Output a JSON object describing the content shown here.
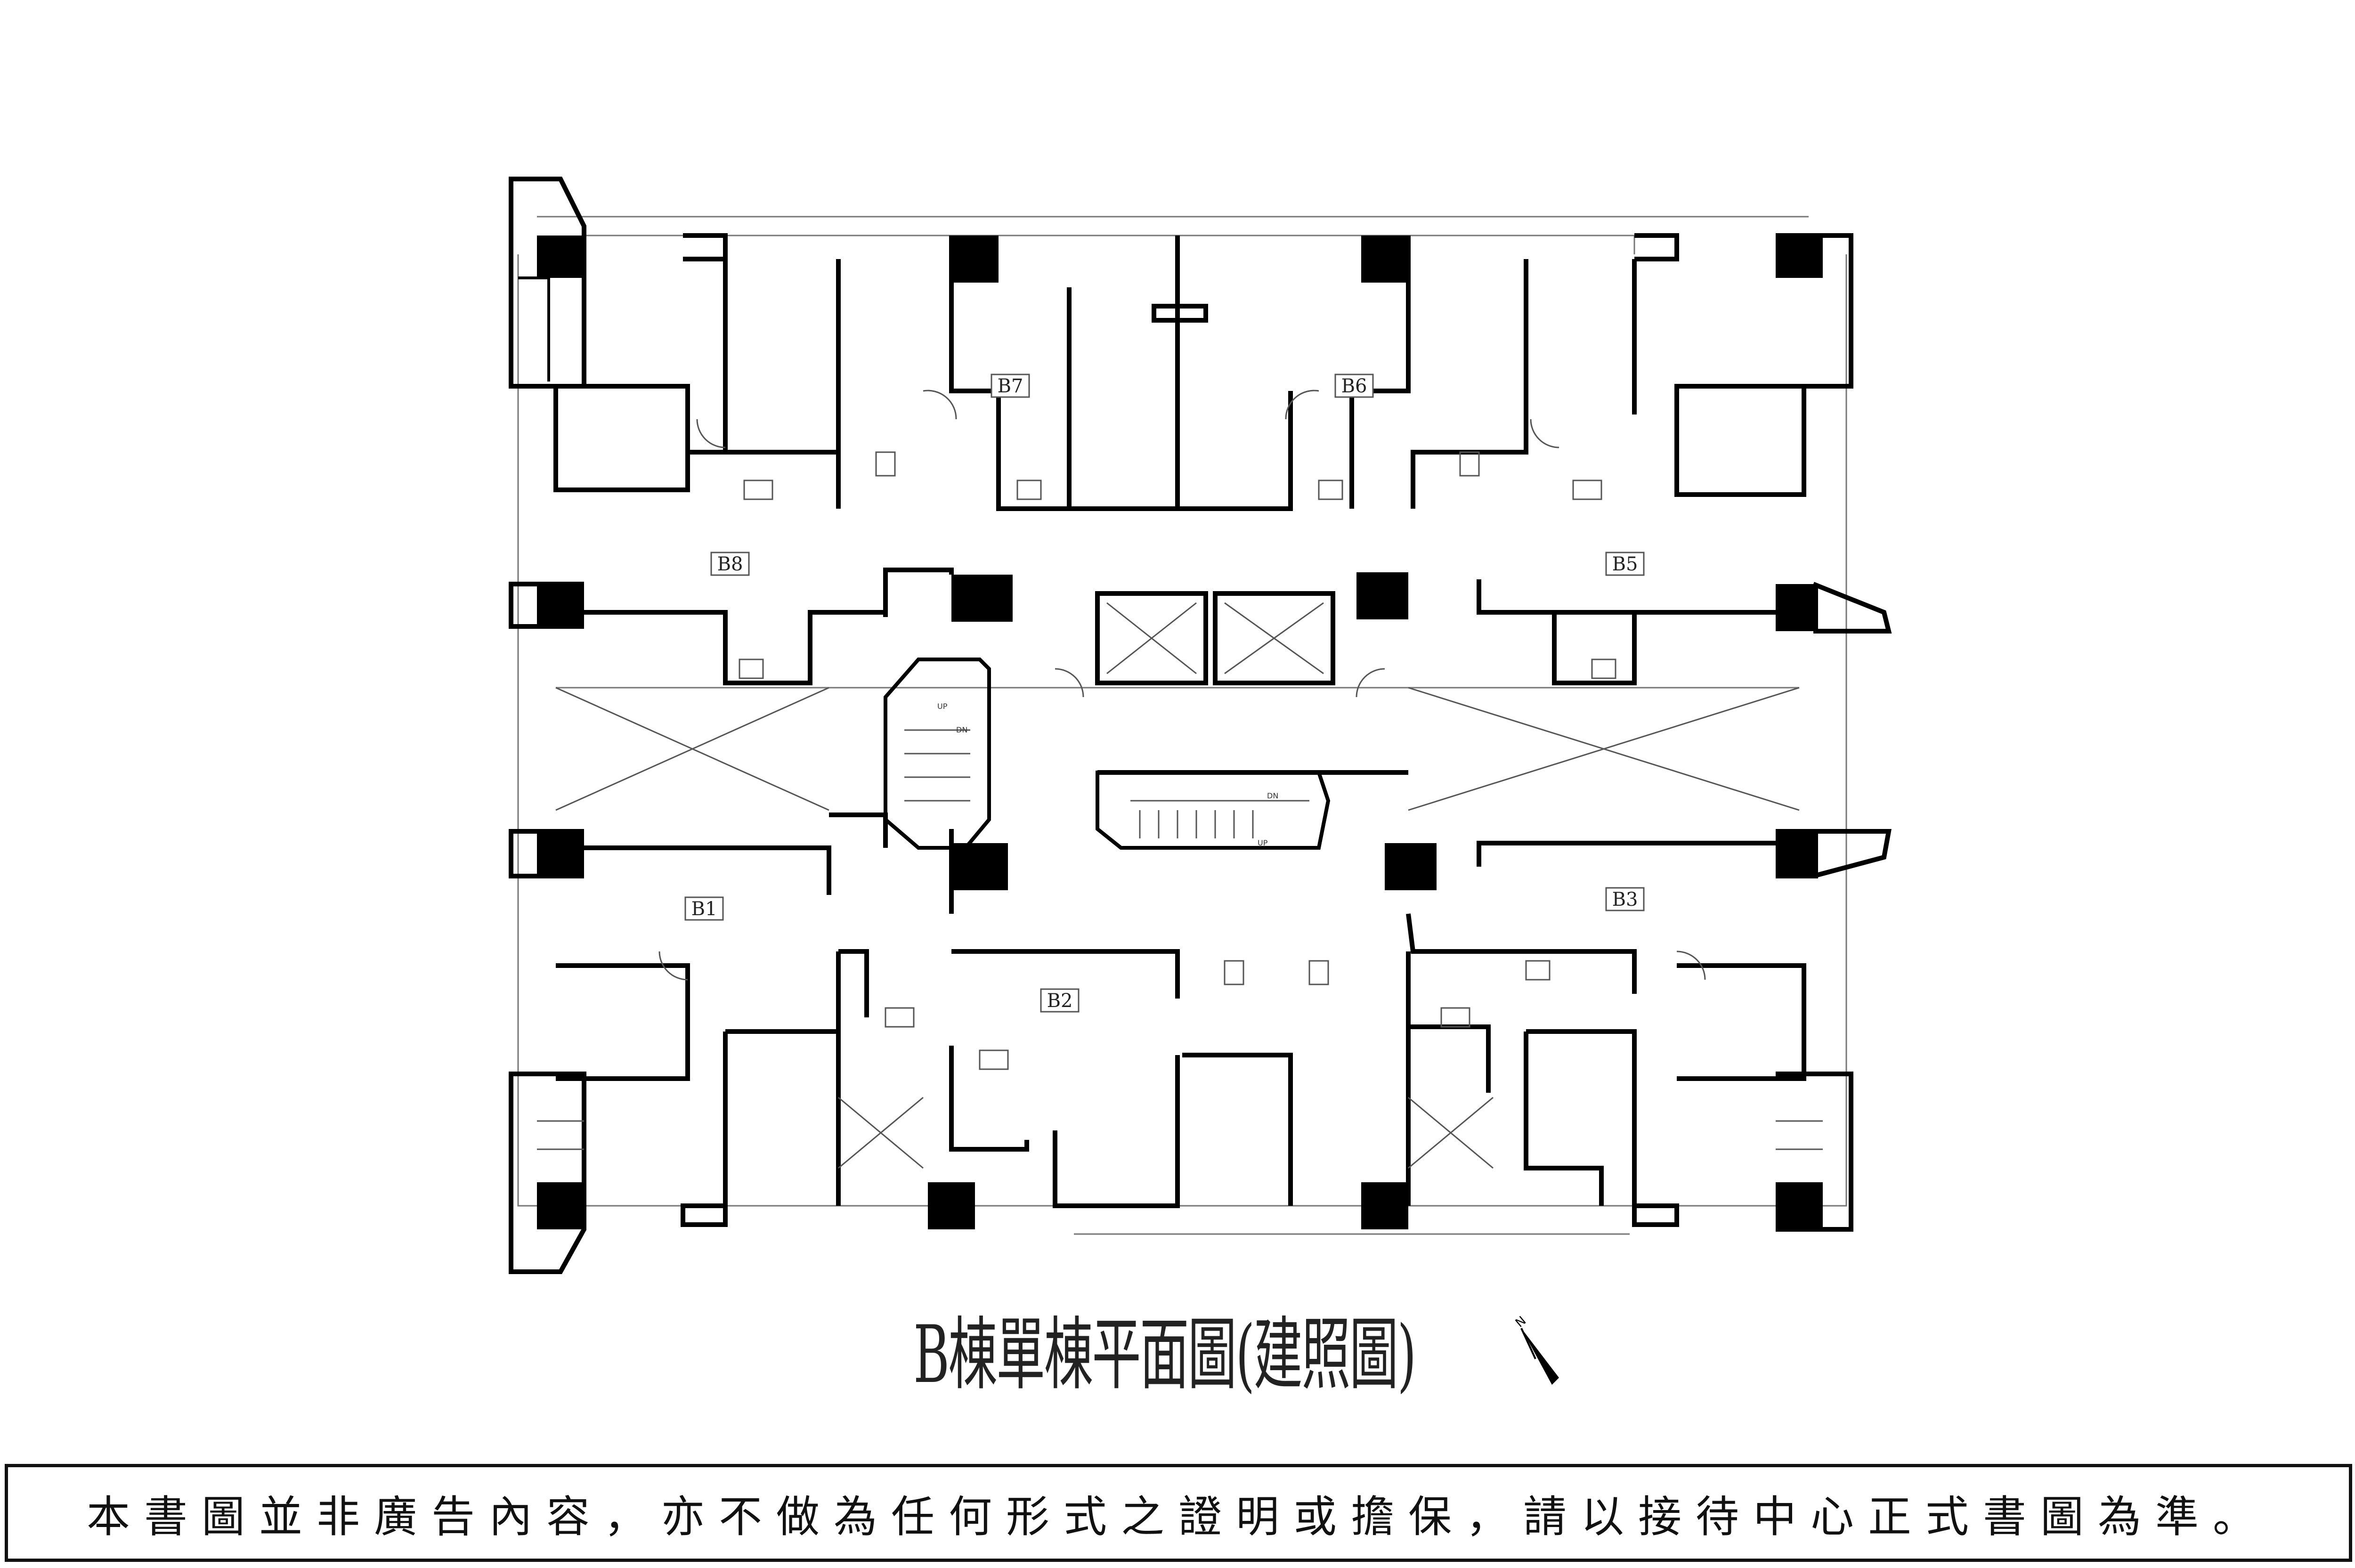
{
  "title": "B棟單棟平面圖(建照圖)",
  "units": [
    {
      "id": "b7",
      "label": "B7"
    },
    {
      "id": "b6",
      "label": "B6"
    },
    {
      "id": "b8",
      "label": "B8"
    },
    {
      "id": "b5",
      "label": "B5"
    },
    {
      "id": "b1",
      "label": "B1"
    },
    {
      "id": "b2",
      "label": "B2"
    },
    {
      "id": "b3",
      "label": "B3"
    }
  ],
  "stairs": {
    "up": "UP",
    "down": "DN"
  },
  "north_arrow": {
    "letter": "N",
    "icon": "north-arrow-icon"
  },
  "disclaimer": "本書圖並非廣告內容，亦不做為任何形式之證明或擔保，請以接待中心正式書圖為準。",
  "colors": {
    "wall": "#000000",
    "thin_line": "#555555",
    "background": "#ffffff"
  }
}
